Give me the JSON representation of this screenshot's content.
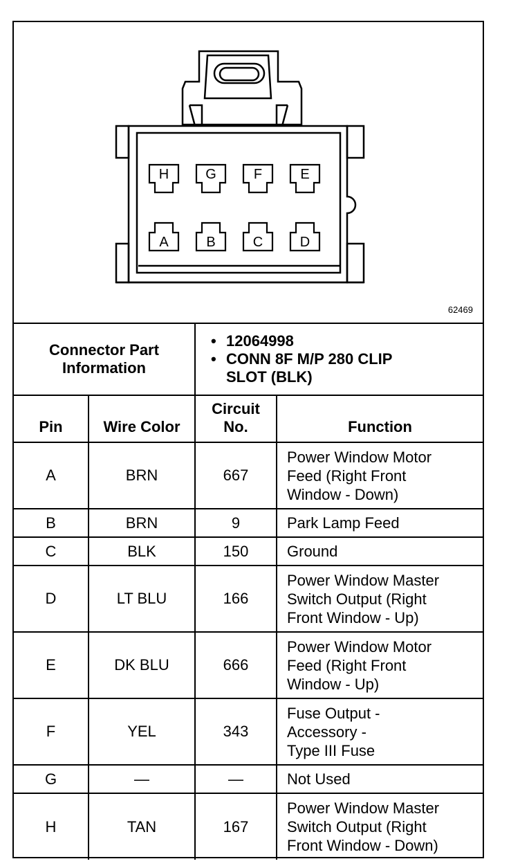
{
  "figure_id": "62469",
  "connector_info": {
    "label": "Connector Part Information",
    "items": [
      "12064998",
      "CONN 8F M/P 280 CLIP SLOT (BLK)"
    ]
  },
  "diagram": {
    "top_row_pins": [
      "H",
      "G",
      "F",
      "E"
    ],
    "bottom_row_pins": [
      "A",
      "B",
      "C",
      "D"
    ]
  },
  "table": {
    "headers": {
      "pin": "Pin",
      "wire_color": "Wire Color",
      "circuit_no": "Circuit No.",
      "function": "Function"
    },
    "rows": [
      {
        "pin": "A",
        "wire_color": "BRN",
        "circuit": "667",
        "function": [
          "Power Window Motor",
          "Feed (Right Front",
          "Window - Down)"
        ]
      },
      {
        "pin": "B",
        "wire_color": "BRN",
        "circuit": "9",
        "function": [
          "Park Lamp Feed"
        ]
      },
      {
        "pin": "C",
        "wire_color": "BLK",
        "circuit": "150",
        "function": [
          "Ground"
        ]
      },
      {
        "pin": "D",
        "wire_color": "LT BLU",
        "circuit": "166",
        "function": [
          "Power Window Master",
          "Switch Output (Right",
          "Front Window - Up)"
        ]
      },
      {
        "pin": "E",
        "wire_color": "DK BLU",
        "circuit": "666",
        "function": [
          "Power Window Motor",
          "Feed (Right Front",
          "Window - Up)"
        ]
      },
      {
        "pin": "F",
        "wire_color": "YEL",
        "circuit": "343",
        "function": [
          "Fuse Output -",
          "Accessory -",
          "Type III Fuse"
        ]
      },
      {
        "pin": "G",
        "wire_color": "—",
        "circuit": "—",
        "function": [
          "Not Used"
        ]
      },
      {
        "pin": "H",
        "wire_color": "TAN",
        "circuit": "167",
        "function": [
          "Power Window Master",
          "Switch Output (Right",
          "Front Window - Down)"
        ]
      }
    ]
  }
}
